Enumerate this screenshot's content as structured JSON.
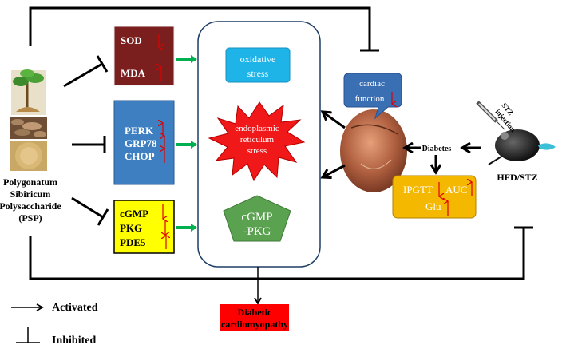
{
  "source": {
    "line1": "Polygonatum",
    "line2": "Sibiricum",
    "line3": "Polysaccharide",
    "line4": "(PSP)"
  },
  "markers_box1": [
    "SOD",
    "MDA"
  ],
  "markers_box2": [
    "PERK",
    "GRP78",
    "CHOP"
  ],
  "markers_box3": [
    "cGMP",
    "PKG",
    "PDE5"
  ],
  "center": {
    "oxidative_line1": "oxidative",
    "oxidative_line2": "stress",
    "er_line1": "endoplasmic",
    "er_line2": "reticulum",
    "er_line3": "stress",
    "cgmp_line1": "cGMP",
    "cgmp_line2": "-PKG"
  },
  "cardiac": {
    "line1": "cardiac",
    "line2": "function"
  },
  "diabetes_label": "Diabetes",
  "model": {
    "label": "HFD/STZ",
    "stz_line1": "STZ",
    "stz_line2": "injection"
  },
  "glucose": {
    "ipgtt": "IPGTT",
    "auc": "AUC",
    "glu": "Glu"
  },
  "outcome": {
    "line1": "Diabetic",
    "line2": "cardiomyopathy"
  },
  "legend": {
    "activated": "Activated",
    "inhibited": "Inhibited"
  },
  "colors": {
    "oxidative_box": "#7b1e1e",
    "er_box": "#3e7fc1",
    "cgmp_box": "#ffff00",
    "green_arrow": "#00b050",
    "change_arrow": "#e00000",
    "oxidative_stress": "#1fb4e8",
    "er_star": "#f01818",
    "pentagon": "#5aa150",
    "cardiac_callout": "#3b6fb4",
    "glucose_box": "#f5b800",
    "outcome_box": "#ff0000"
  }
}
